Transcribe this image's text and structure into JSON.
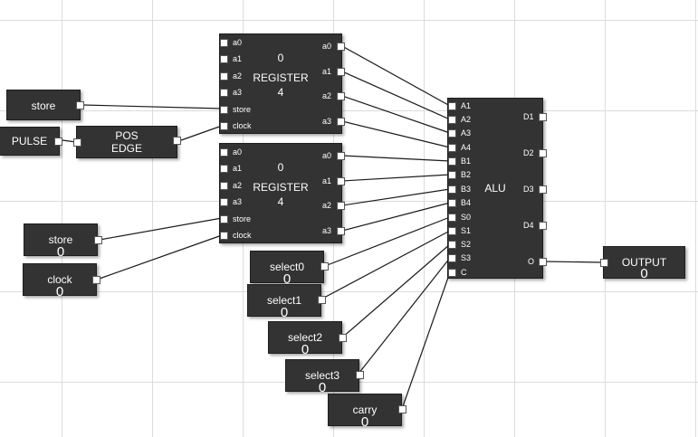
{
  "registers": [
    {
      "value": "0",
      "title": "REGISTER",
      "bits": "4",
      "inputs": [
        "a0",
        "a1",
        "a2",
        "a3",
        "store",
        "clock"
      ],
      "outputs": [
        "a0",
        "a1",
        "a2",
        "a3"
      ]
    },
    {
      "value": "0",
      "title": "REGISTER",
      "bits": "4",
      "inputs": [
        "a0",
        "a1",
        "a2",
        "a3",
        "store",
        "clock"
      ],
      "outputs": [
        "a0",
        "a1",
        "a2",
        "a3"
      ]
    }
  ],
  "alu": {
    "title": "ALU",
    "inputs": [
      "A1",
      "A2",
      "A3",
      "A4",
      "B1",
      "B2",
      "B3",
      "B4",
      "S0",
      "S1",
      "S2",
      "S3",
      "C"
    ],
    "outputs": [
      "D1",
      "D2",
      "D3",
      "D4",
      "O"
    ]
  },
  "store_top": {
    "label": "store"
  },
  "pulse": {
    "label": "PULSE"
  },
  "posedge": {
    "line1": "POS",
    "line2": "EDGE"
  },
  "store_input": {
    "label": "store",
    "value": "0"
  },
  "clock_input": {
    "label": "clock",
    "value": "0"
  },
  "selects": [
    {
      "label": "select0",
      "value": "0"
    },
    {
      "label": "select1",
      "value": "0"
    },
    {
      "label": "select2",
      "value": "0"
    },
    {
      "label": "select3",
      "value": "0"
    }
  ],
  "carry": {
    "label": "carry",
    "value": "0"
  },
  "output": {
    "label": "OUTPUT",
    "value": "0"
  }
}
